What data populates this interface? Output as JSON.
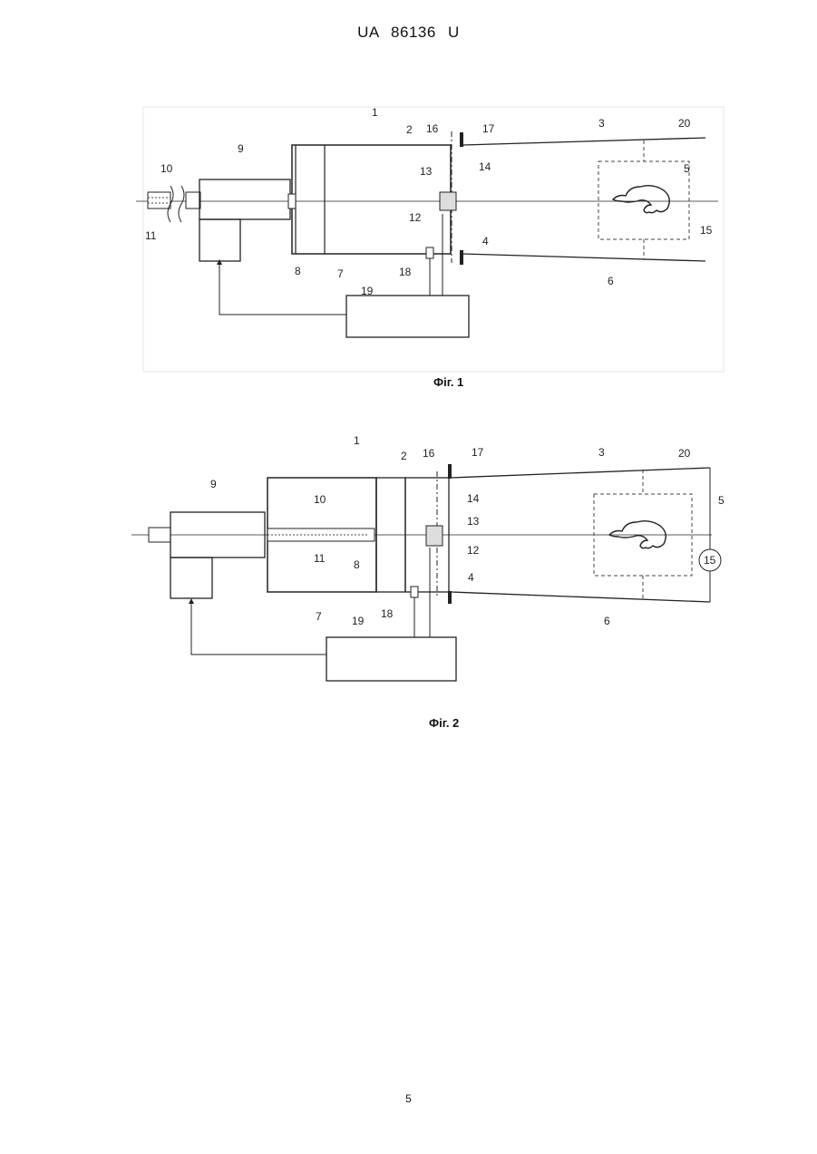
{
  "header": {
    "text": "UA   86136   U"
  },
  "figures": [
    {
      "caption": "Фіг. 1",
      "labels": [
        "1",
        "2",
        "3",
        "4",
        "5",
        "6",
        "7",
        "8",
        "9",
        "10",
        "11",
        "12",
        "13",
        "14",
        "15",
        "16",
        "17",
        "18",
        "19",
        "20"
      ]
    },
    {
      "caption": "Фіг. 2",
      "labels": [
        "1",
        "2",
        "3",
        "4",
        "5",
        "6",
        "7",
        "8",
        "9",
        "10",
        "11",
        "12",
        "13",
        "14",
        "15",
        "16",
        "17",
        "18",
        "19",
        "20"
      ]
    }
  ],
  "page_number": "5"
}
